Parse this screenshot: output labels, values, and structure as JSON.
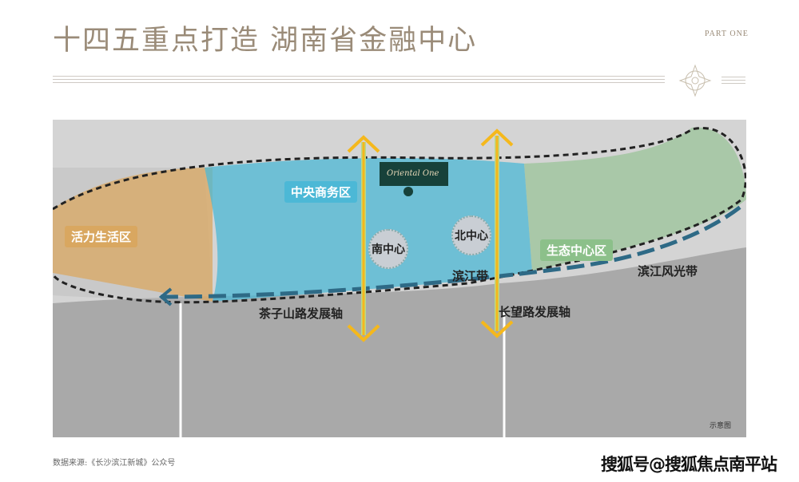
{
  "header": {
    "title": "十四五重点打造  湖南省金融中心",
    "part_label": "PART ONE"
  },
  "map": {
    "zones": [
      {
        "label": "活力生活区",
        "color": "#d9a760"
      },
      {
        "label": "中央商务区",
        "color": "#4cb8d6"
      },
      {
        "label": "生态中心区",
        "color": "#8cc08a"
      }
    ],
    "centers": [
      "南中心",
      "北中心"
    ],
    "axes": [
      "茶子山路发展轴",
      "长望路发展轴"
    ],
    "belts": [
      "滨江带",
      "滨江风光带"
    ],
    "project_sign": "Oriental One",
    "note": "示意图",
    "arrow_color": "#f5b81c",
    "belt_color": "#2e6a86"
  },
  "footer": {
    "source": "数据来源:《长沙滨江新城》公众号",
    "watermark": "搜狐号@搜狐焦点南平站"
  }
}
